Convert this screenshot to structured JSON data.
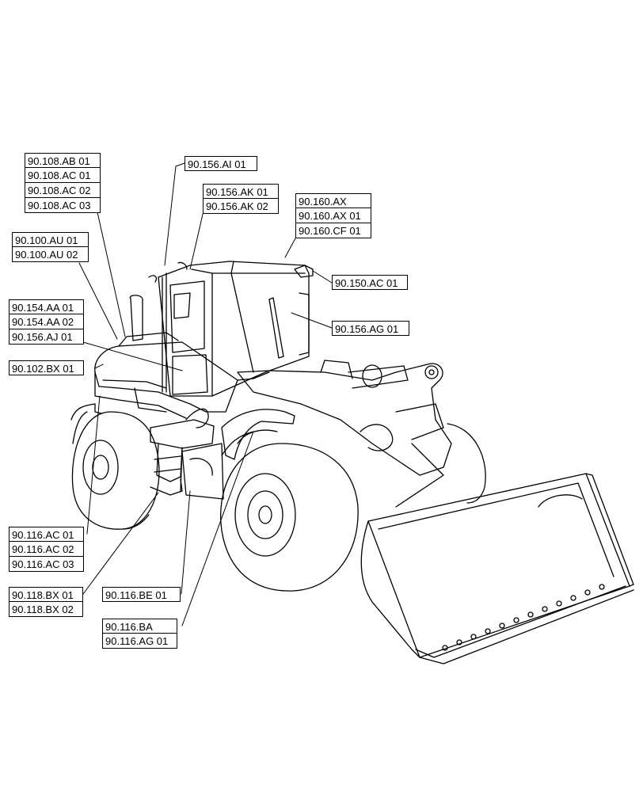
{
  "colors": {
    "line": "#000000",
    "background": "#ffffff"
  },
  "callouts": {
    "g1": [
      "90.108.AB 01",
      "90.108.AC 01",
      "90.108.AC 02",
      "90.108.AC 03"
    ],
    "g2": [
      "90.156.AI 01"
    ],
    "g3": [
      "90.156.AK 01",
      "90.156.AK 02"
    ],
    "g4": [
      "90.160.AX",
      "90.160.AX 01",
      "90.160.CF 01"
    ],
    "g5": [
      "90.100.AU 01",
      "90.100.AU 02"
    ],
    "g6": [
      "90.150.AC 01"
    ],
    "g7": [
      "90.154.AA 01",
      "90.154.AA 02",
      "90.156.AJ 01"
    ],
    "g8": [
      "90.156.AG 01"
    ],
    "g9": [
      "90.102.BX 01"
    ],
    "g10": [
      "90.116.AC 01",
      "90.116.AC 02",
      "90.116.AC 03"
    ],
    "g11": [
      "90.118.BX 01",
      "90.118.BX 02"
    ],
    "g12": [
      "90.116.BE 01"
    ],
    "g13": [
      "90.116.BA",
      "90.116.AG 01"
    ]
  }
}
